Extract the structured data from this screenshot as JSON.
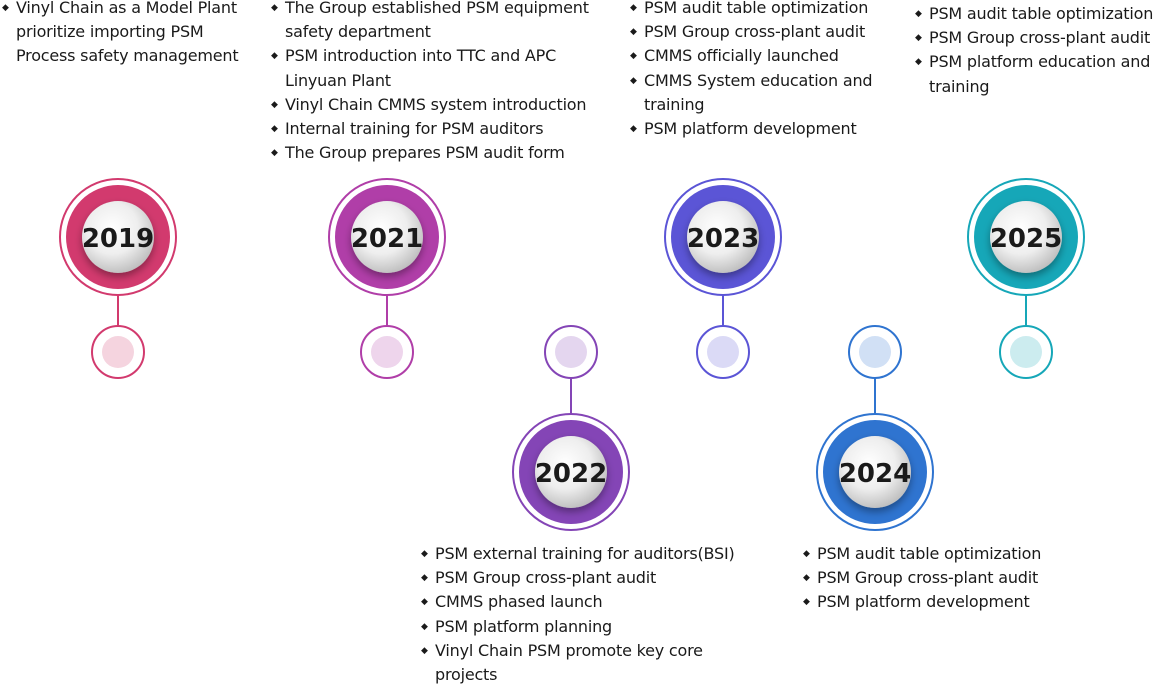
{
  "milestones": [
    {
      "year": "2019",
      "position": "top",
      "color": "#d23a6e",
      "items": [
        "Vinyl Chain as a Model Plant prioritize importing PSM Process safety management"
      ]
    },
    {
      "year": "2021",
      "position": "top",
      "color": "#b03ea8",
      "items": [
        "The Group established PSM equipment safety department",
        "PSM introduction into TTC and APC Linyuan Plant",
        "Vinyl Chain CMMS system introduction",
        "Internal training for PSM auditors",
        "The Group prepares PSM audit form"
      ]
    },
    {
      "year": "2022",
      "position": "bottom",
      "color": "#8445b6",
      "items": [
        "PSM external training for auditors(BSI)",
        "PSM Group cross-plant audit",
        "CMMS phased launch",
        "PSM platform planning",
        "Vinyl Chain PSM promote key core projects"
      ]
    },
    {
      "year": "2023",
      "position": "top",
      "color": "#5b55d6",
      "items": [
        "PSM audit table optimization",
        "PSM Group cross-plant audit",
        "CMMS officially launched",
        "CMMS System education and training",
        "PSM platform development"
      ]
    },
    {
      "year": "2024",
      "position": "bottom",
      "color": "#2f74d0",
      "items": [
        "PSM audit table optimization",
        "PSM Group cross-plant audit",
        "PSM platform development"
      ]
    },
    {
      "year": "2025",
      "position": "top",
      "color": "#16a7b8",
      "items": [
        "PSM audit table optimization",
        "PSM Group cross-plant audit",
        "PSM platform education and training"
      ]
    }
  ]
}
